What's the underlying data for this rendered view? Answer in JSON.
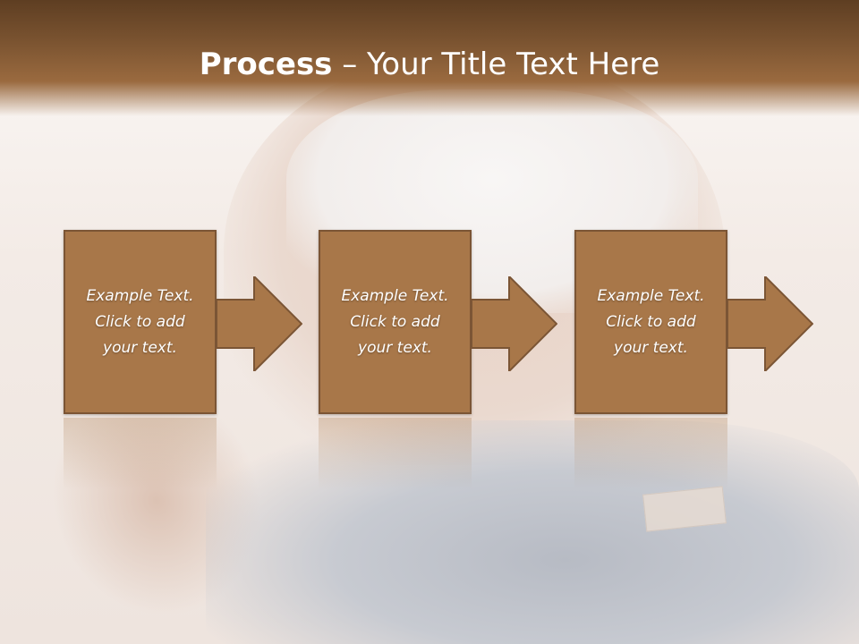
{
  "slide": {
    "title_bold": "Process",
    "title_rest": " – Your Title Text Here"
  },
  "steps": [
    {
      "text": "Example Text.\nClick  to add\nyour text."
    },
    {
      "text": "Example Text.\nClick  to add\nyour text."
    },
    {
      "text": "Example Text.\nClick  to add\nyour text."
    }
  ],
  "colors": {
    "banner": "#7a5330",
    "box_fill": "#a87749",
    "box_border": "#7b5535",
    "text": "#ffffff"
  },
  "icons": [
    "right-arrow-icon"
  ]
}
